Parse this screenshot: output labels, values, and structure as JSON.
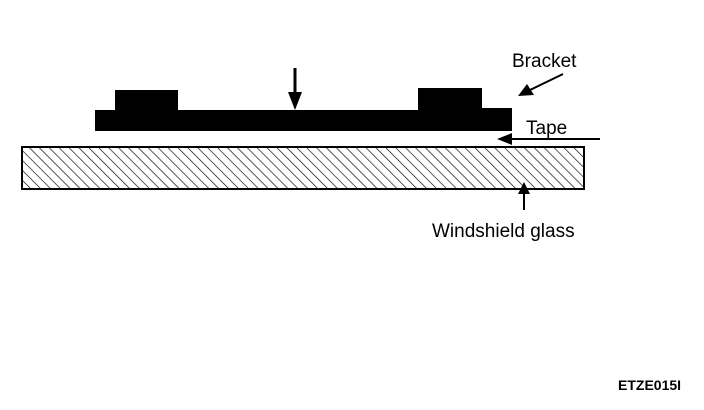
{
  "labels": {
    "bracket": "Bracket",
    "tape": "Tape",
    "glass": "Windshield glass"
  },
  "figure_code": "ETZE015I",
  "colors": {
    "ink": "#000000",
    "background": "#ffffff"
  }
}
